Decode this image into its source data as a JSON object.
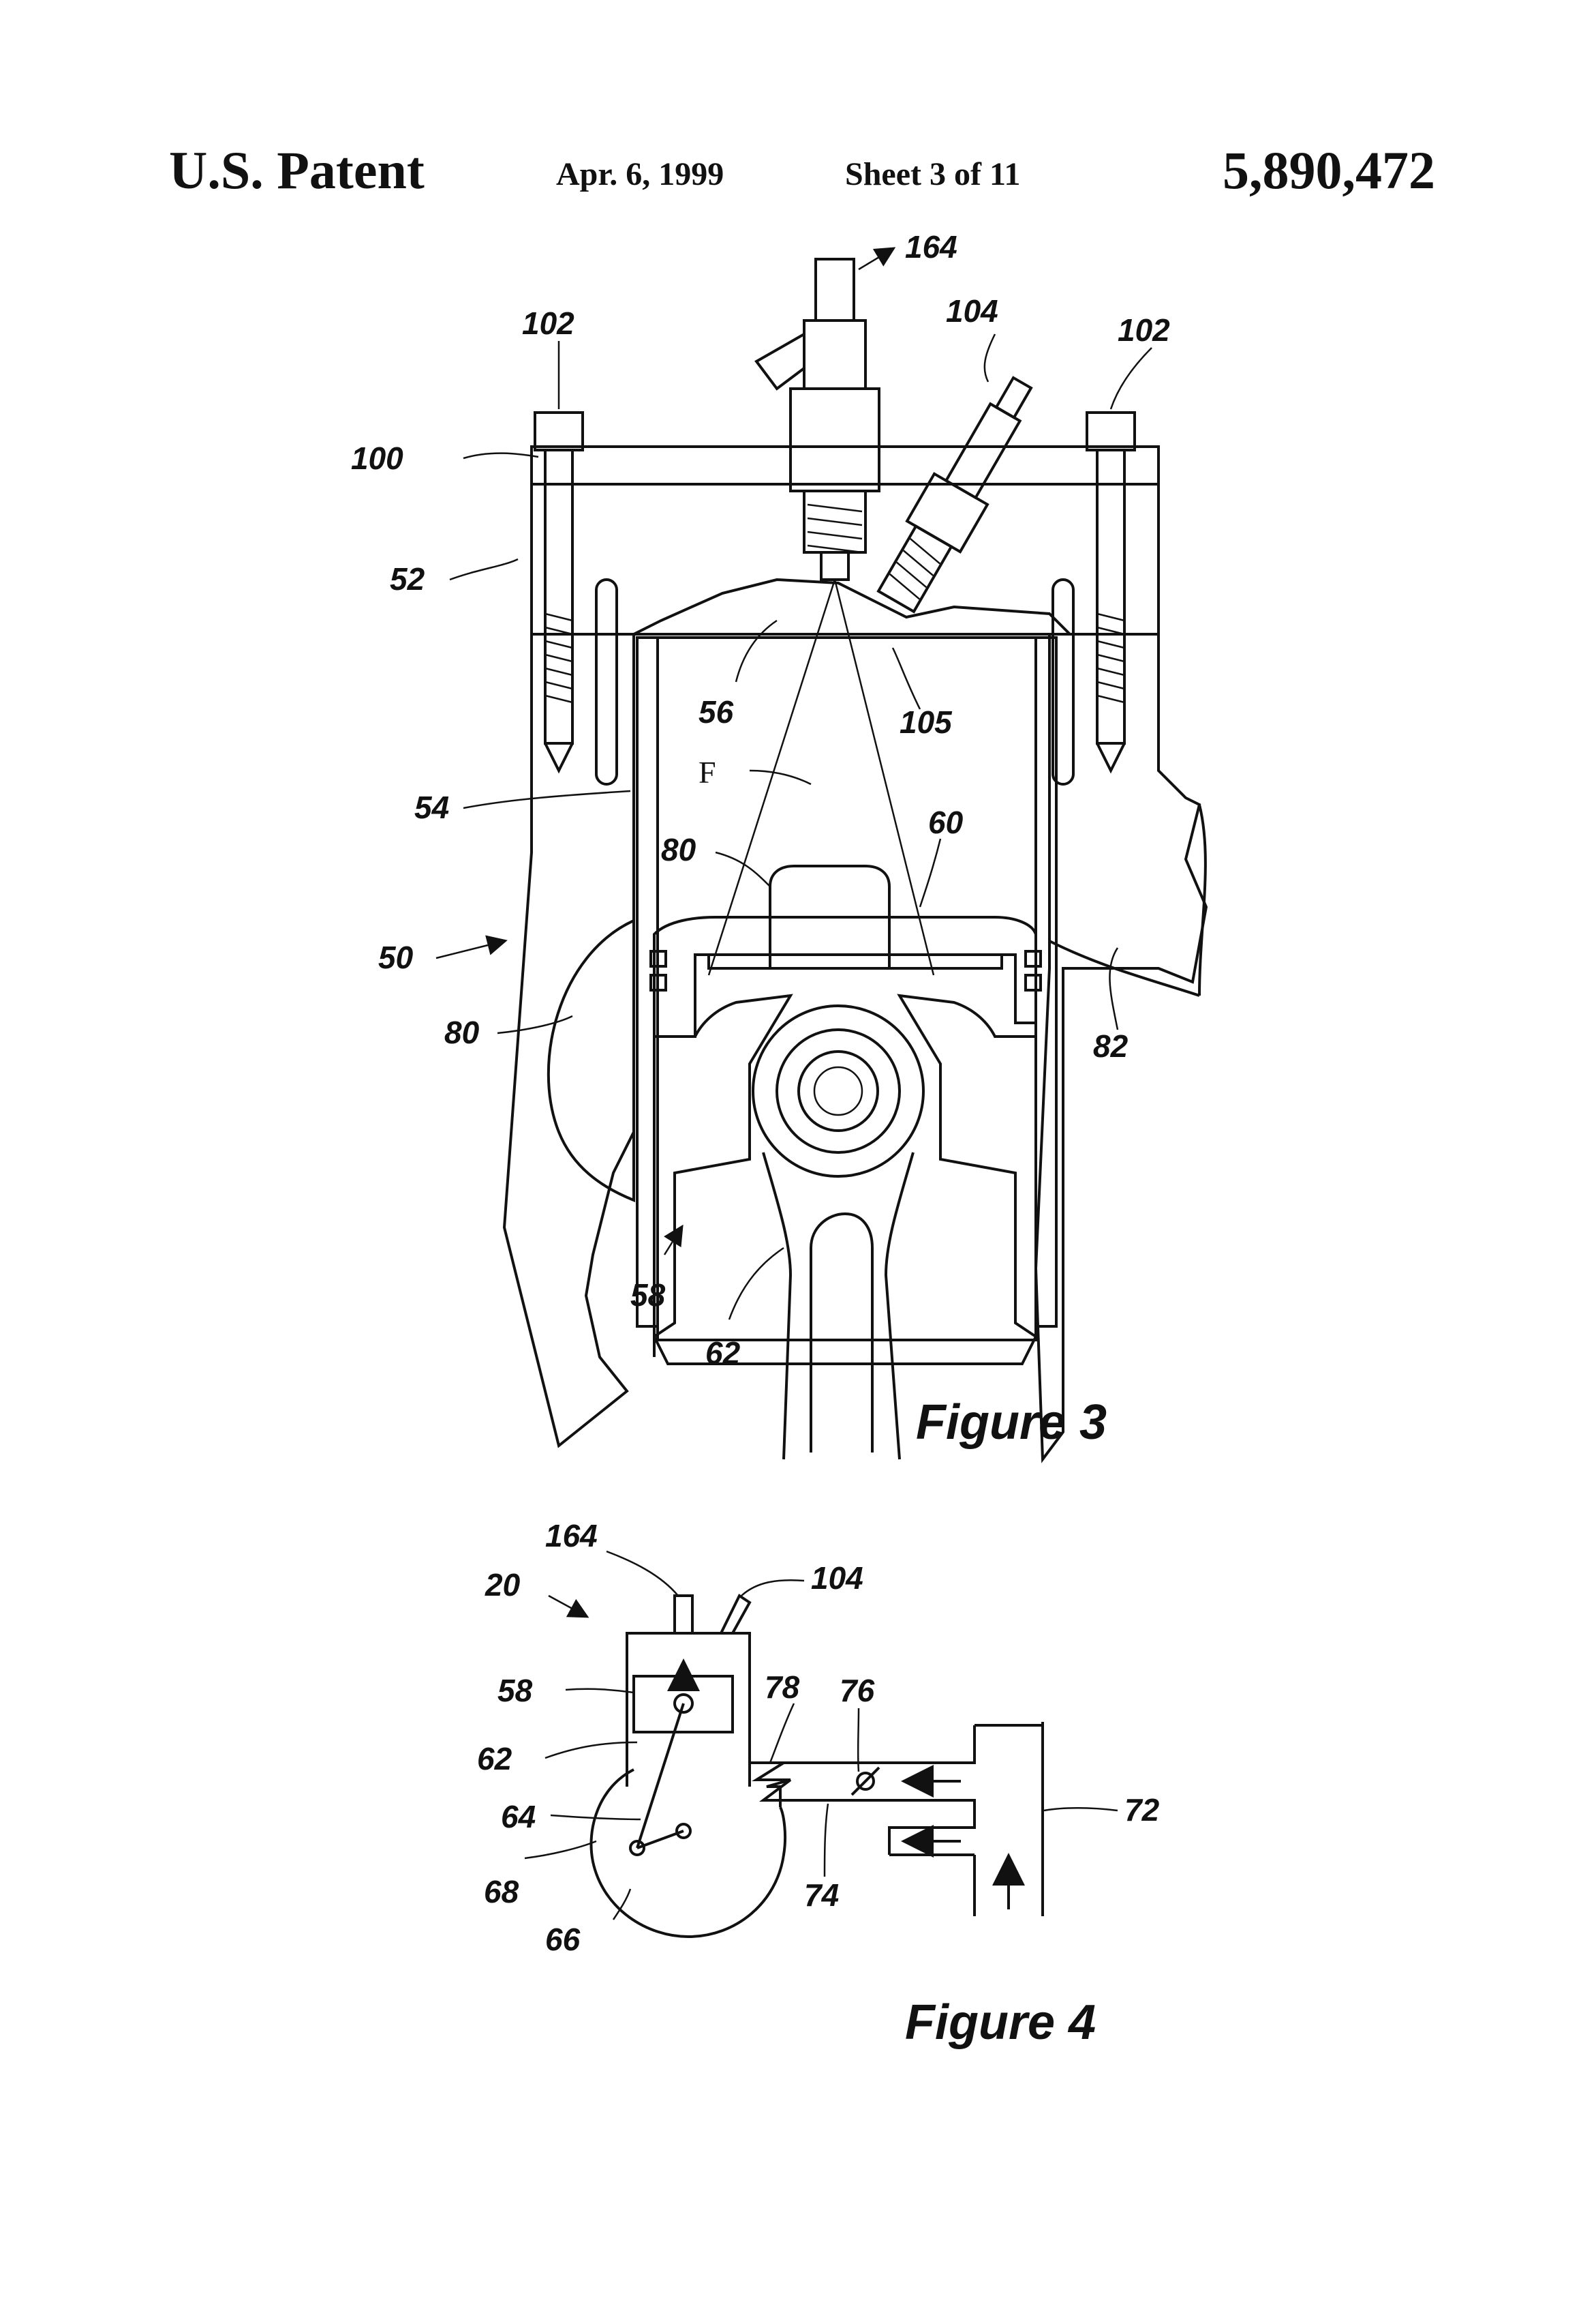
{
  "header": {
    "left": "U.S. Patent",
    "date": "Apr. 6, 1999",
    "sheet": "Sheet 3 of 11",
    "number": "5,890,472"
  },
  "figure3": {
    "caption": "Figure 3",
    "labels": {
      "l164": "164",
      "l104": "104",
      "l102a": "102",
      "l102b": "102",
      "l100": "100",
      "l52": "52",
      "l56": "56",
      "l105": "105",
      "lF": "F",
      "l54": "54",
      "l80a": "80",
      "l60": "60",
      "l50": "50",
      "l80b": "80",
      "l82": "82",
      "l58": "58",
      "l62": "62"
    }
  },
  "figure4": {
    "caption": "Figure 4",
    "labels": {
      "l164": "164",
      "l20": "20",
      "l104": "104",
      "l58": "58",
      "l78": "78",
      "l76": "76",
      "l62": "62",
      "l72": "72",
      "l64": "64",
      "l68": "68",
      "l74": "74",
      "l66": "66"
    }
  }
}
